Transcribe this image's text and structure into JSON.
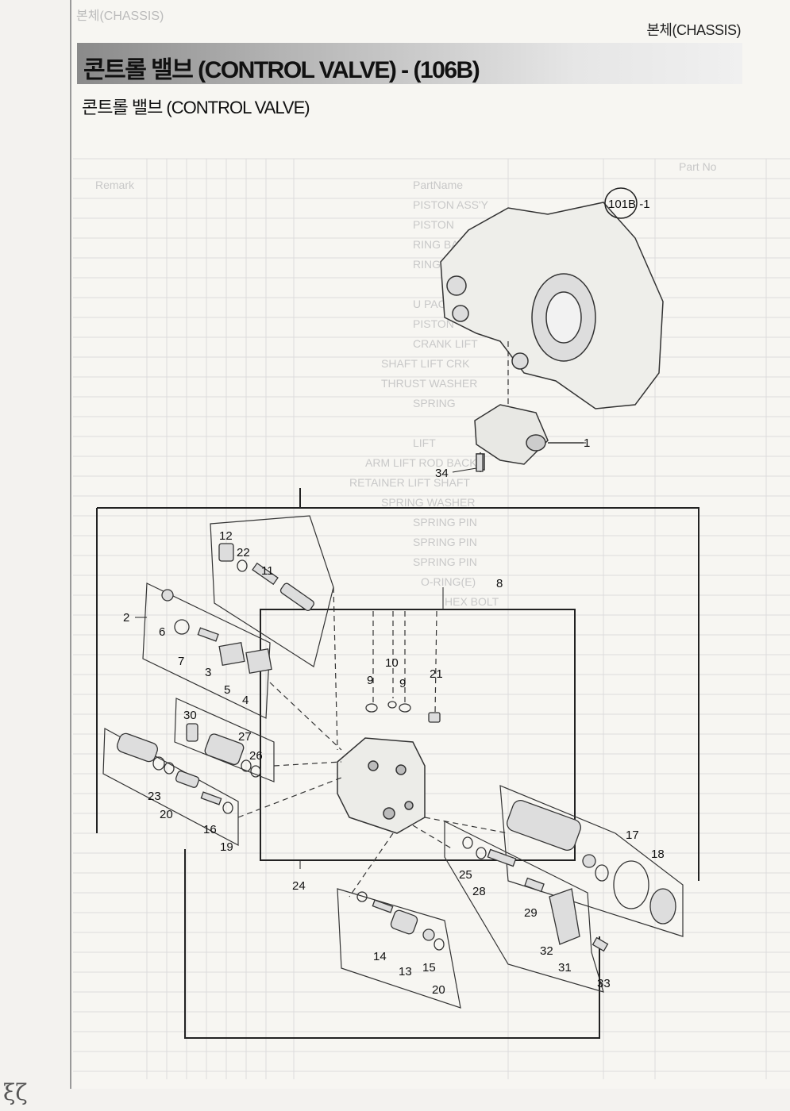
{
  "header": {
    "section": "본체(CHASSIS)",
    "ghost_section": "본체(CHASSIS)"
  },
  "title": "콘트롤 밸브 (CONTROL VALVE) - (106B)",
  "subtitle": "콘트롤 밸브 (CONTROL VALVE)",
  "reference_label": "101B -1",
  "part_numbers": [
    "1",
    "2",
    "3",
    "4",
    "5",
    "6",
    "7",
    "8",
    "9",
    "9",
    "10",
    "11",
    "12",
    "13",
    "14",
    "15",
    "16",
    "17",
    "18",
    "19",
    "20",
    "20",
    "21",
    "22",
    "23",
    "24",
    "25",
    "26",
    "27",
    "28",
    "29",
    "30",
    "31",
    "32",
    "33",
    "34"
  ],
  "ghost_table": {
    "col_headers": [
      "Part No",
      "PartName",
      "Remark"
    ],
    "rows": [
      "PISTON ASS'Y",
      "PISTON",
      "RING BACKUP",
      "RING WEAR",
      "U PACKING",
      "PISTON",
      "CRANK LIFT",
      "SHAFT LIFT CRK",
      "THRUST WASHER",
      "SPRING",
      "LIFT",
      "ARM LIFT ROD BACK",
      "RETAINER LIFT SHAFT",
      "SPRING WASHER",
      "SPRING PIN",
      "SPRING PIN",
      "SPRING PIN",
      "O-RING(E)",
      "HEX BOLT"
    ]
  },
  "scribble": "ξζ"
}
